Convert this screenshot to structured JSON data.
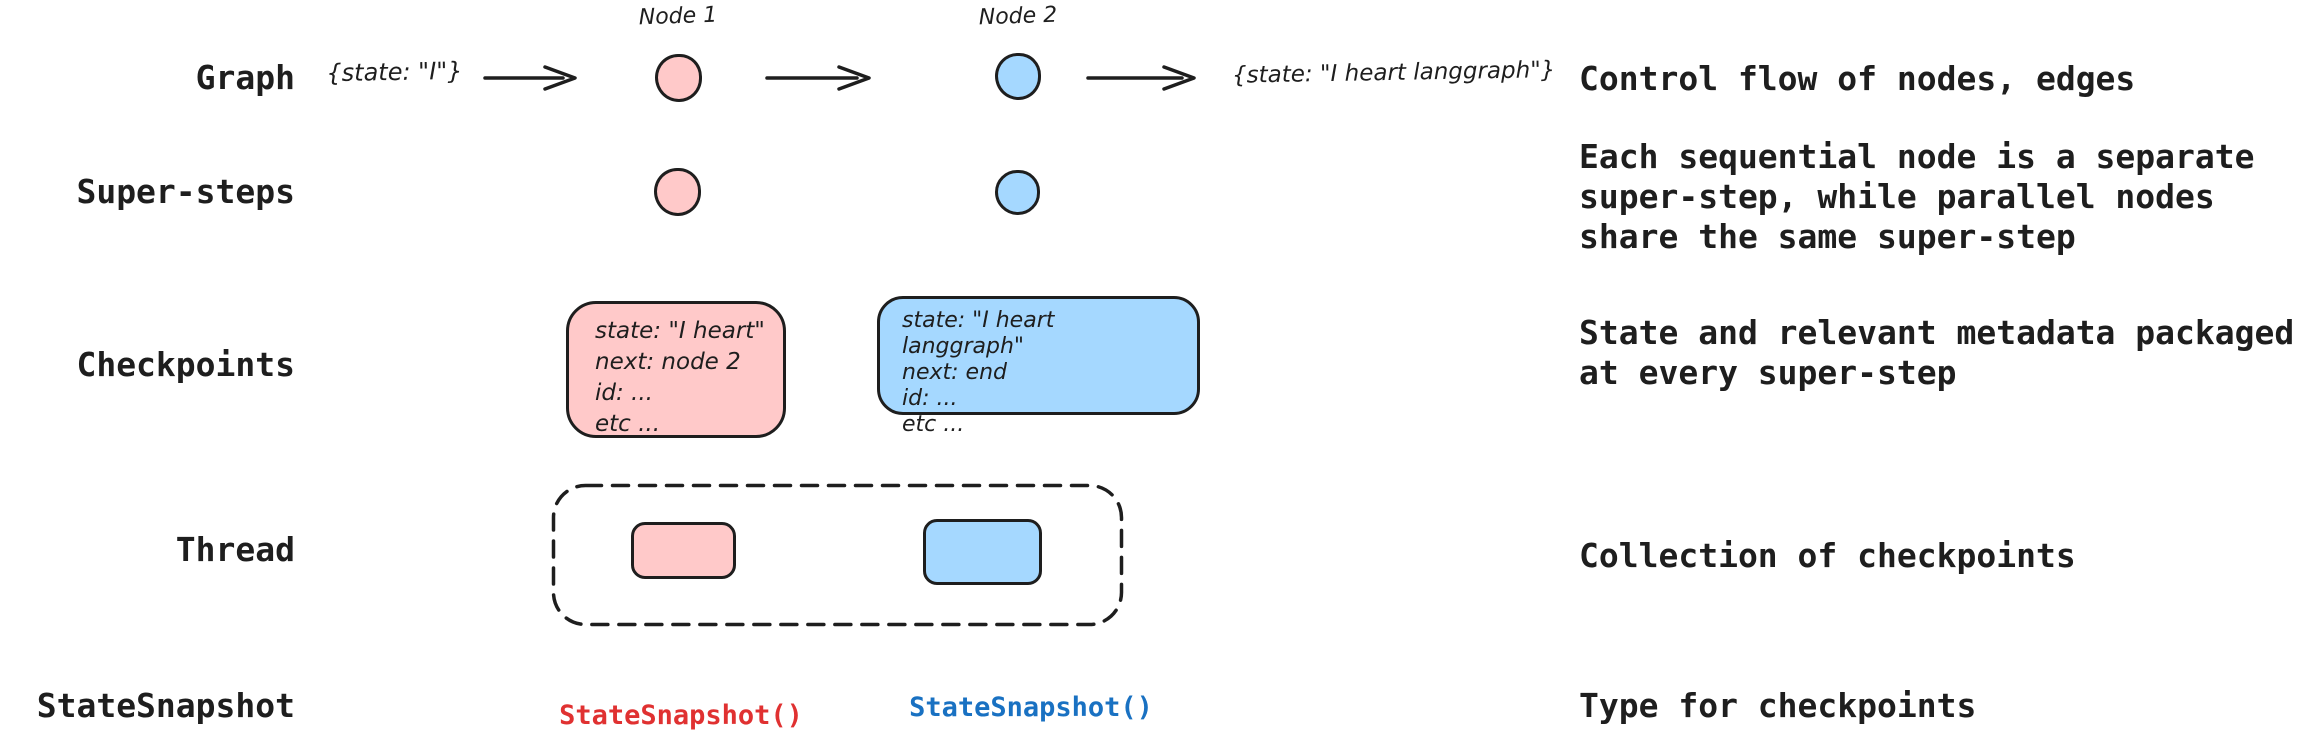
{
  "palette": {
    "stroke": "#1e1e1e",
    "pink_fill": "#ffc9c9",
    "blue_fill": "#a5d8ff",
    "red_code": "#e03131",
    "blue_code": "#1971c2"
  },
  "rows": {
    "graph": {
      "label": "Graph",
      "input_state": "{state: \"I\"}",
      "node1_label": "Node 1",
      "node2_label": "Node 2",
      "output_state": "{state: \"I heart langgraph\"}",
      "description": "Control flow of nodes, edges"
    },
    "super_steps": {
      "label": "Super-steps",
      "description": "Each sequential node is a separate\nsuper-step, while parallel nodes\nshare the same super-step"
    },
    "checkpoints": {
      "label": "Checkpoints",
      "checkpoint1": "state: \"I heart\"\nnext: node 2\nid: ...\netc ...",
      "checkpoint2": "state: \"I heart langgraph\"\nnext: end\nid: ...\netc ...",
      "description": "State and relevant metadata packaged\nat every super-step"
    },
    "thread": {
      "label": "Thread",
      "description": "Collection of checkpoints"
    },
    "state_snapshot": {
      "label": "StateSnapshot",
      "code1": "StateSnapshot()",
      "code2": "StateSnapshot()",
      "description": "Type for checkpoints"
    }
  }
}
